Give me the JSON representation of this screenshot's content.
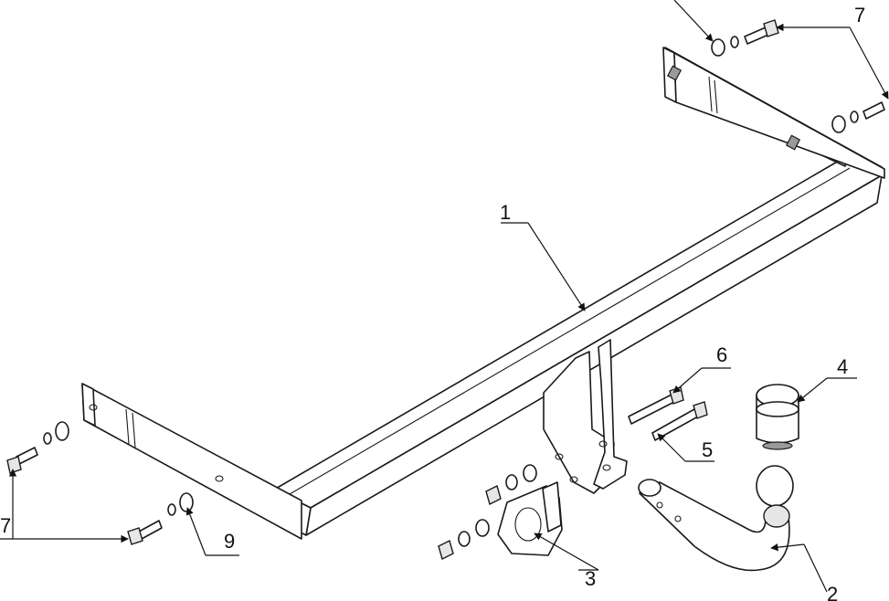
{
  "callouts": {
    "c1": "1",
    "c2": "2",
    "c3": "3",
    "c4": "4",
    "c5": "5",
    "c6": "6",
    "c7a": "7",
    "c7b": "7",
    "c9": "9"
  }
}
